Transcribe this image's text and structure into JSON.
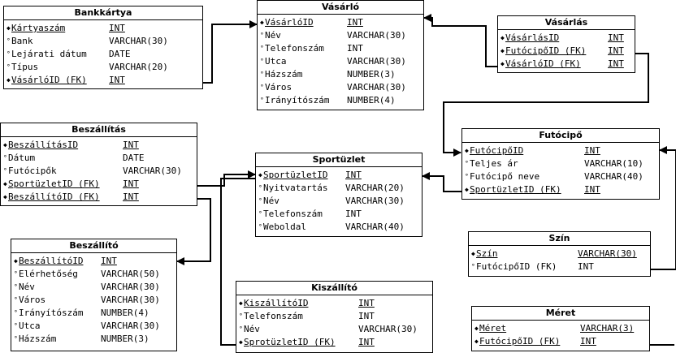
{
  "entities": {
    "bankkartya": {
      "title": "Bankkártya",
      "attrs": [
        {
          "mark": "◆",
          "name": "Kártyaszám",
          "type": "INT"
        },
        {
          "mark": "°",
          "name": "Bank",
          "type": "VARCHAR(30)"
        },
        {
          "mark": "°",
          "name": "Lejárati dátum",
          "type": "DATE"
        },
        {
          "mark": "°",
          "name": "Típus",
          "type": "VARCHAR(20)"
        },
        {
          "mark": "◆",
          "name": "VásárlóID (FK)",
          "type": "INT"
        }
      ]
    },
    "vasarlo": {
      "title": "Vásárló",
      "attrs": [
        {
          "mark": "◆",
          "name": "VásárlóID",
          "type": "INT"
        },
        {
          "mark": "°",
          "name": "Név",
          "type": "VARCHAR(30)"
        },
        {
          "mark": "°",
          "name": "Telefonszám",
          "type": "INT"
        },
        {
          "mark": "°",
          "name": "Utca",
          "type": "VARCHAR(30)"
        },
        {
          "mark": "°",
          "name": "Házszám",
          "type": "NUMBER(3)"
        },
        {
          "mark": "°",
          "name": "Város",
          "type": "VARCHAR(30)"
        },
        {
          "mark": "°",
          "name": "Irányítószám",
          "type": "NUMBER(4)"
        }
      ]
    },
    "vasarlas": {
      "title": "Vásárlás",
      "attrs": [
        {
          "mark": "◆",
          "name": "VásárlásID",
          "type": "INT"
        },
        {
          "mark": "◆",
          "name": "FutócipőID (FK)",
          "type": "INT"
        },
        {
          "mark": "◆",
          "name": "VásárlóID (FK)",
          "type": "INT"
        }
      ]
    },
    "beszallitas": {
      "title": "Beszállítás",
      "attrs": [
        {
          "mark": "◆",
          "name": "BeszállításID",
          "type": "INT"
        },
        {
          "mark": "°",
          "name": "Dátum",
          "type": "DATE"
        },
        {
          "mark": "°",
          "name": "Futócipők",
          "type": "VARCHAR(30)"
        },
        {
          "mark": "◆",
          "name": "SportüzletID (FK)",
          "type": "INT"
        },
        {
          "mark": "◆",
          "name": "BeszállítóID (FK)",
          "type": "INT"
        }
      ]
    },
    "sportuzlet": {
      "title": "Sportüzlet",
      "attrs": [
        {
          "mark": "◆",
          "name": "SportüzletID",
          "type": "INT"
        },
        {
          "mark": "°",
          "name": "Nyitvatartás",
          "type": "VARCHAR(20)"
        },
        {
          "mark": "°",
          "name": "Név",
          "type": "VARCHAR(30)"
        },
        {
          "mark": "°",
          "name": "Telefonszám",
          "type": "INT"
        },
        {
          "mark": "°",
          "name": "Weboldal",
          "type": "VARCHAR(40)"
        }
      ]
    },
    "futocipo": {
      "title": "Futócipő",
      "attrs": [
        {
          "mark": "◆",
          "name": "FutócipőID",
          "type": "INT"
        },
        {
          "mark": "°",
          "name": "Teljes ár",
          "type": "VARCHAR(10)"
        },
        {
          "mark": "°",
          "name": "Futócipő neve",
          "type": "VARCHAR(40)"
        },
        {
          "mark": "◆",
          "name": "SportüzletID (FK)",
          "type": "INT"
        }
      ]
    },
    "beszallito": {
      "title": "Beszállító",
      "attrs": [
        {
          "mark": "◆",
          "name": "BeszállítóID",
          "type": "INT"
        },
        {
          "mark": "°",
          "name": "Elérhetőség",
          "type": "VARCHAR(50)"
        },
        {
          "mark": "°",
          "name": "Név",
          "type": "VARCHAR(30)"
        },
        {
          "mark": "°",
          "name": "Város",
          "type": "VARCHAR(30)"
        },
        {
          "mark": "°",
          "name": "Irányítószám",
          "type": "NUMBER(4)"
        },
        {
          "mark": "°",
          "name": "Utca",
          "type": "VARCHAR(30)"
        },
        {
          "mark": "°",
          "name": "Házszám",
          "type": "NUMBER(3)"
        }
      ]
    },
    "kiszallito": {
      "title": "Kiszállító",
      "attrs": [
        {
          "mark": "◆",
          "name": "KiszállítóID",
          "type": "INT"
        },
        {
          "mark": "°",
          "name": "Telefonszám",
          "type": "INT"
        },
        {
          "mark": "°",
          "name": "Név",
          "type": "VARCHAR(30)"
        },
        {
          "mark": "◆",
          "name": "SprotüzletID (FK)",
          "type": "INT"
        }
      ]
    },
    "szin": {
      "title": "Szín",
      "attrs": [
        {
          "mark": "◆",
          "name": "Szín",
          "type": "VARCHAR(30)"
        },
        {
          "mark": "°",
          "name": "FutócipőID (FK)",
          "type": "INT"
        }
      ]
    },
    "meret": {
      "title": "Méret",
      "attrs": [
        {
          "mark": "◆",
          "name": "Méret",
          "type": "VARCHAR(3)"
        },
        {
          "mark": "◆",
          "name": "FutócipőID (FK)",
          "type": "INT"
        }
      ]
    }
  }
}
